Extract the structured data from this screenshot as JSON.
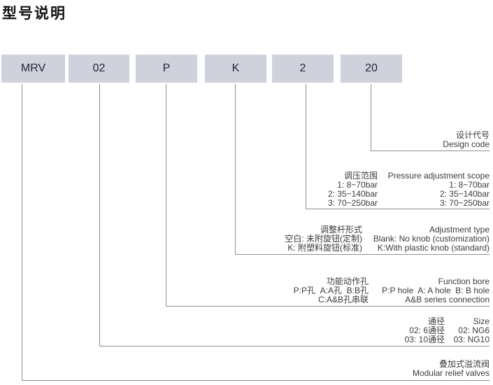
{
  "page": {
    "title": "型号说明",
    "box_fill": "#cfd1dc",
    "line_color": "#8e8e8e",
    "text_color": "#3c3c3c"
  },
  "model_boxes": [
    {
      "label": "MRV"
    },
    {
      "label": "02"
    },
    {
      "label": "P"
    },
    {
      "label": "K"
    },
    {
      "label": "2"
    },
    {
      "label": "20"
    }
  ],
  "sections": [
    {
      "key": "design_code",
      "cn": "设计代号",
      "en": "Design code"
    },
    {
      "key": "pressure_adjustment_scope",
      "header": {
        "cn": "调压范围",
        "en": "Pressure adjustment scope"
      },
      "rows": [
        {
          "cn": "1: 8~70bar",
          "en": "1: 8~70bar"
        },
        {
          "cn": "2: 35~140bar",
          "en": "2: 35~140bar"
        },
        {
          "cn": "3: 70~250bar",
          "en": "3: 70~250bar"
        }
      ]
    },
    {
      "key": "adjustment_type",
      "header": {
        "cn": "调整杆形式",
        "en": "Adjustment type"
      },
      "rows": [
        {
          "cn": "空白: 未附旋钮(定制)",
          "en": "Blank: No knob (customization)"
        },
        {
          "cn": "K: 附塑料旋钮(标准)",
          "en": "K:With plastic knob (standard)"
        }
      ]
    },
    {
      "key": "function_bore",
      "header": {
        "cn": "功能动作孔",
        "en": "Function bore"
      },
      "rows": [
        {
          "cn": "P:P孔  A:A孔  B:B孔",
          "en": "P:P hole  A: A hole  B: B hole"
        },
        {
          "cn": "C:A&B孔串联",
          "en": "A&B series connection"
        }
      ]
    },
    {
      "key": "size",
      "header": {
        "cn": "通径",
        "en": "Size"
      },
      "rows": [
        {
          "cn": "02: 6通径",
          "en": "02: NG6"
        },
        {
          "cn": "03: 10通径",
          "en": "03: NG10"
        }
      ]
    },
    {
      "key": "product_name",
      "cn": "叠加式溢流阀",
      "en": "Modular relief valves"
    }
  ]
}
